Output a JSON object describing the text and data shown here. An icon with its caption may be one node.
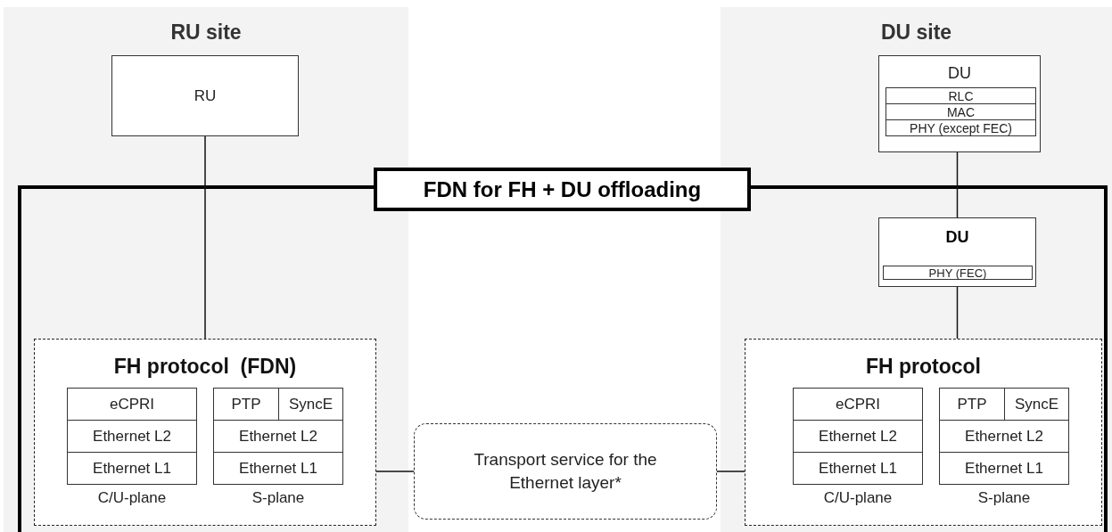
{
  "diagram": {
    "nodes": [
      {
        "text": [
          "RU site"
        ]
      },
      {
        "text": [
          "DU site"
        ]
      },
      {
        "text": [
          "RU"
        ],
        "in": 0
      },
      {
        "text": [
          "DU"
        ],
        "in": 1
      },
      {
        "text": [
          "RLC"
        ],
        "in": 3
      },
      {
        "text": [
          "MAC"
        ],
        "in": 3
      },
      {
        "text": [
          "PHY (except FEC)"
        ],
        "in": 3
      },
      {
        "text": [
          "FDN for FH + DU offloading"
        ]
      },
      {
        "text": [
          "DU"
        ]
      },
      {
        "text": [
          "PHY (FEC)"
        ],
        "in": 8
      },
      {
        "text": [
          "FH protocol  (FDN)"
        ]
      },
      {
        "text": [
          "eCPRI"
        ],
        "in": 10
      },
      {
        "text": [
          "Ethernet L2"
        ],
        "in": 10
      },
      {
        "text": [
          "Ethernet L1"
        ],
        "in": 10,
        "beside": [
          "C/U-plane"
        ]
      },
      {
        "text": [
          "PTP"
        ],
        "in": 10
      },
      {
        "text": [
          "SyncE"
        ],
        "in": 10
      },
      {
        "text": [
          "Ethernet L2"
        ],
        "in": 10
      },
      {
        "text": [
          "Ethernet L1"
        ],
        "in": 10,
        "beside": [
          "S-plane"
        ]
      },
      {
        "text": [
          "Transport service for the Ethernet layer*"
        ],
        "in": 7
      },
      {
        "text": [
          "FH protocol"
        ]
      },
      {
        "text": [
          "eCPRI"
        ],
        "in": 19
      },
      {
        "text": [
          "Ethernet L2"
        ],
        "in": 19
      },
      {
        "text": [
          "Ethernet L1"
        ],
        "in": 19,
        "beside": [
          "C/U-plane"
        ]
      },
      {
        "text": [
          "PTP"
        ],
        "in": 19
      },
      {
        "text": [
          "SyncE"
        ],
        "in": 19
      },
      {
        "text": [
          "Ethernet L2"
        ],
        "in": 19
      },
      {
        "text": [
          "Ethernet L1"
        ],
        "in": 19,
        "beside": [
          "S-plane"
        ]
      }
    ],
    "edges": [
      {
        "from": 2,
        "to": 10,
        "arrow": "none"
      },
      {
        "from": 3,
        "to": 8,
        "arrow": "none"
      },
      {
        "from": 8,
        "to": 19,
        "arrow": "none"
      },
      {
        "from": 10,
        "to": 18,
        "arrow": "none"
      },
      {
        "from": 18,
        "to": 19,
        "arrow": "none"
      }
    ]
  }
}
